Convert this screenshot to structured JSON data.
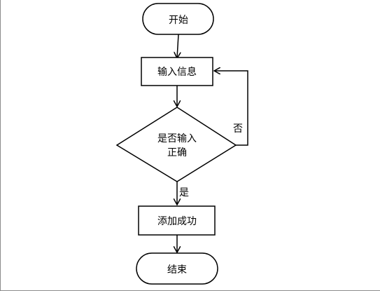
{
  "nodes": {
    "start": "开始",
    "input": "输入信息",
    "decision_line1": "是否输入",
    "decision_line2": "正确",
    "success": "添加成功",
    "end": "结束"
  },
  "edges": {
    "no_label": "否",
    "yes_label": "是"
  }
}
